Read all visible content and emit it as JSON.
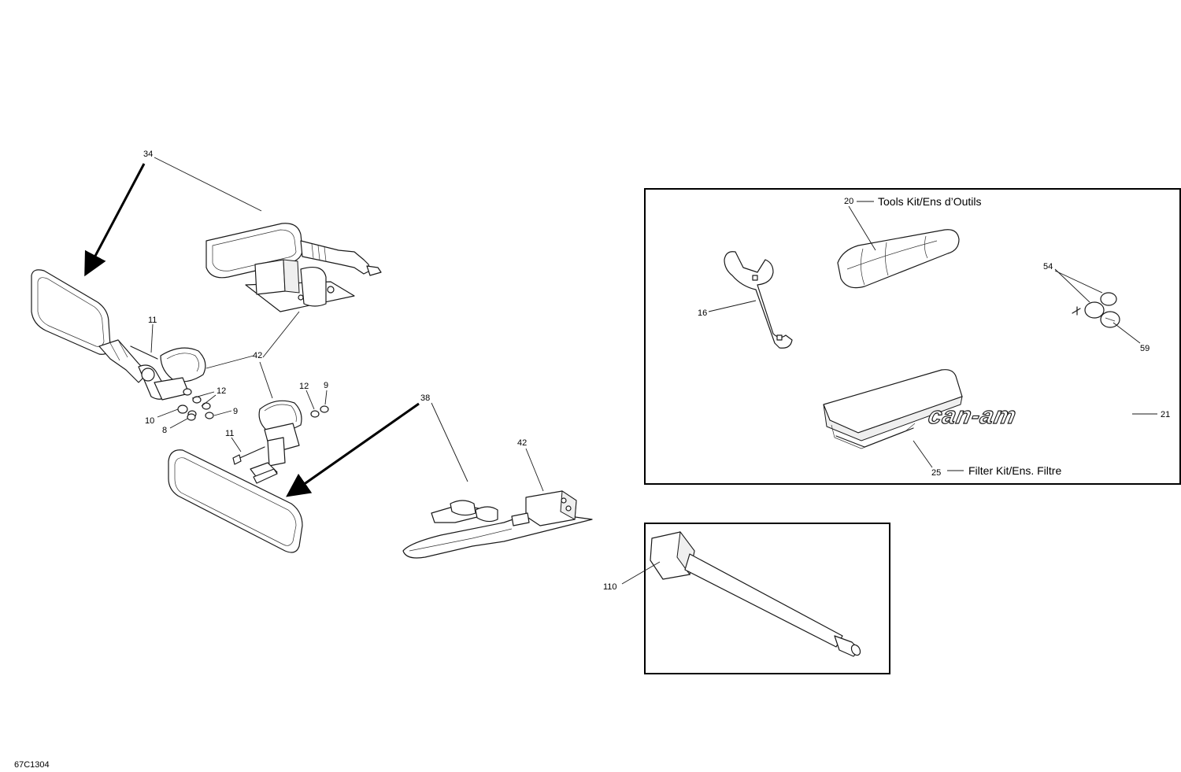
{
  "callouts": {
    "c34": "34",
    "c11a": "11",
    "c42a": "42",
    "c12a": "12",
    "c10": "10",
    "c9a": "9",
    "c8": "8",
    "c12b": "12",
    "c9b": "9",
    "c11b": "11",
    "c38": "38",
    "c42b": "42",
    "c20": "20",
    "c16": "16",
    "c54": "54",
    "c59": "59",
    "c21": "21",
    "c25": "25",
    "c110": "110"
  },
  "kits": {
    "tools_kit": "Tools Kit/Ens d’Outils",
    "filter_kit": "Filter Kit/Ens. Filtre"
  },
  "logo_text": "can-am",
  "figure_code": "67C1304"
}
